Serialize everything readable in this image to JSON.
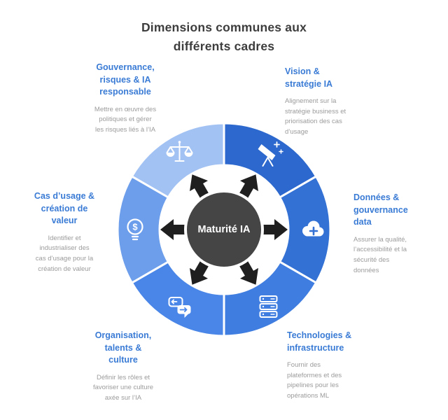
{
  "title": {
    "text": "Dimensions communes aux\ndifférents cadres"
  },
  "center": {
    "label": "Maturité IA"
  },
  "colors": {
    "title": "#3d3d3d",
    "heading": "#3a7bd5",
    "description": "#9b9b9b",
    "arrow": "#1f1f1f",
    "center_bg": "#454545"
  },
  "segments": [
    {
      "name": "gouvernance-risques-ia-responsable",
      "position": "top-left",
      "angle": 120,
      "color": "#a3c2f4",
      "icon": "scales-icon",
      "heading": "Gouvernance,\nrisques & IA\nresponsable",
      "description": "Mettre en œuvre des\npolitiques et gérer\nles risques liés à l’IA"
    },
    {
      "name": "vision-strategie-ia",
      "position": "top-right",
      "angle": 60,
      "color": "#2c68cd",
      "icon": "telescope-icon",
      "heading": "Vision &\nstratégie IA",
      "description": "Alignement sur la\nstratégie business et\npriorisation des cas\nd’usage"
    },
    {
      "name": "donnees-gouvernance-data",
      "position": "right",
      "angle": 0,
      "color": "#3471d5",
      "icon": "cloud-plus-icon",
      "heading": "Données &\ngouvernance\ndata",
      "description": "Assurer la qualité,\nl’accessibilité et la\nsécurité des\ndonnées"
    },
    {
      "name": "technologies-infrastructure",
      "position": "bottom-right",
      "angle": 300,
      "color": "#3f7de0",
      "icon": "server-icon",
      "heading": "Technologies &\ninfrastructure",
      "description": "Fournir des\nplateformes et des\npipelines pour les\nopérations ML"
    },
    {
      "name": "organisation-talents-culture",
      "position": "bottom-left",
      "angle": 240,
      "color": "#4a86e8",
      "icon": "chat-icon",
      "heading": "Organisation,\ntalents &\nculture",
      "description": "Définir les rôles et\nfavoriser une culture\naxée sur l’IA"
    },
    {
      "name": "cas-usage-creation-valeur",
      "position": "left",
      "angle": 180,
      "color": "#6d9eeb",
      "icon": "dollar-value-icon",
      "heading": "Cas d’usage &\ncréation de\nvaleur",
      "description": "Identifier et\nindustrialiser des\ncas d’usage pour la\ncréation de valeur"
    }
  ]
}
